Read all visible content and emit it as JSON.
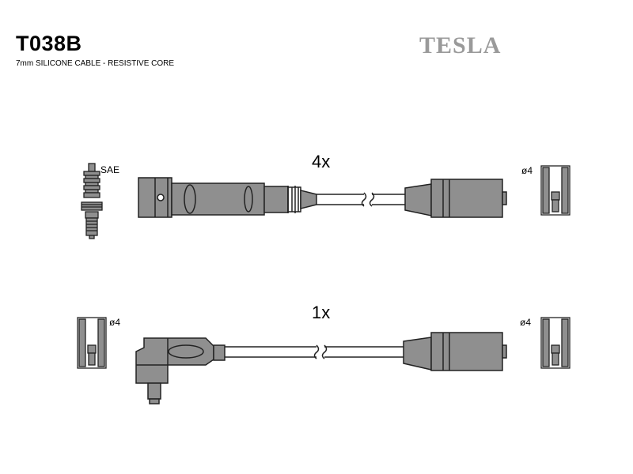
{
  "header": {
    "part_number": "T038B",
    "description": "7mm SILICONE CABLE - RESISTIVE CORE",
    "brand": "TESLA"
  },
  "row1": {
    "quantity": "4x",
    "plug_standard": "SAE",
    "terminal_label": "ø4"
  },
  "row2": {
    "quantity": "1x",
    "terminal_left_label": "ø4",
    "terminal_right_label": "ø4"
  },
  "colors": {
    "part_fill": "#8f8f8f",
    "outline": "#222222",
    "brand_gray": "#9a9a9a"
  }
}
